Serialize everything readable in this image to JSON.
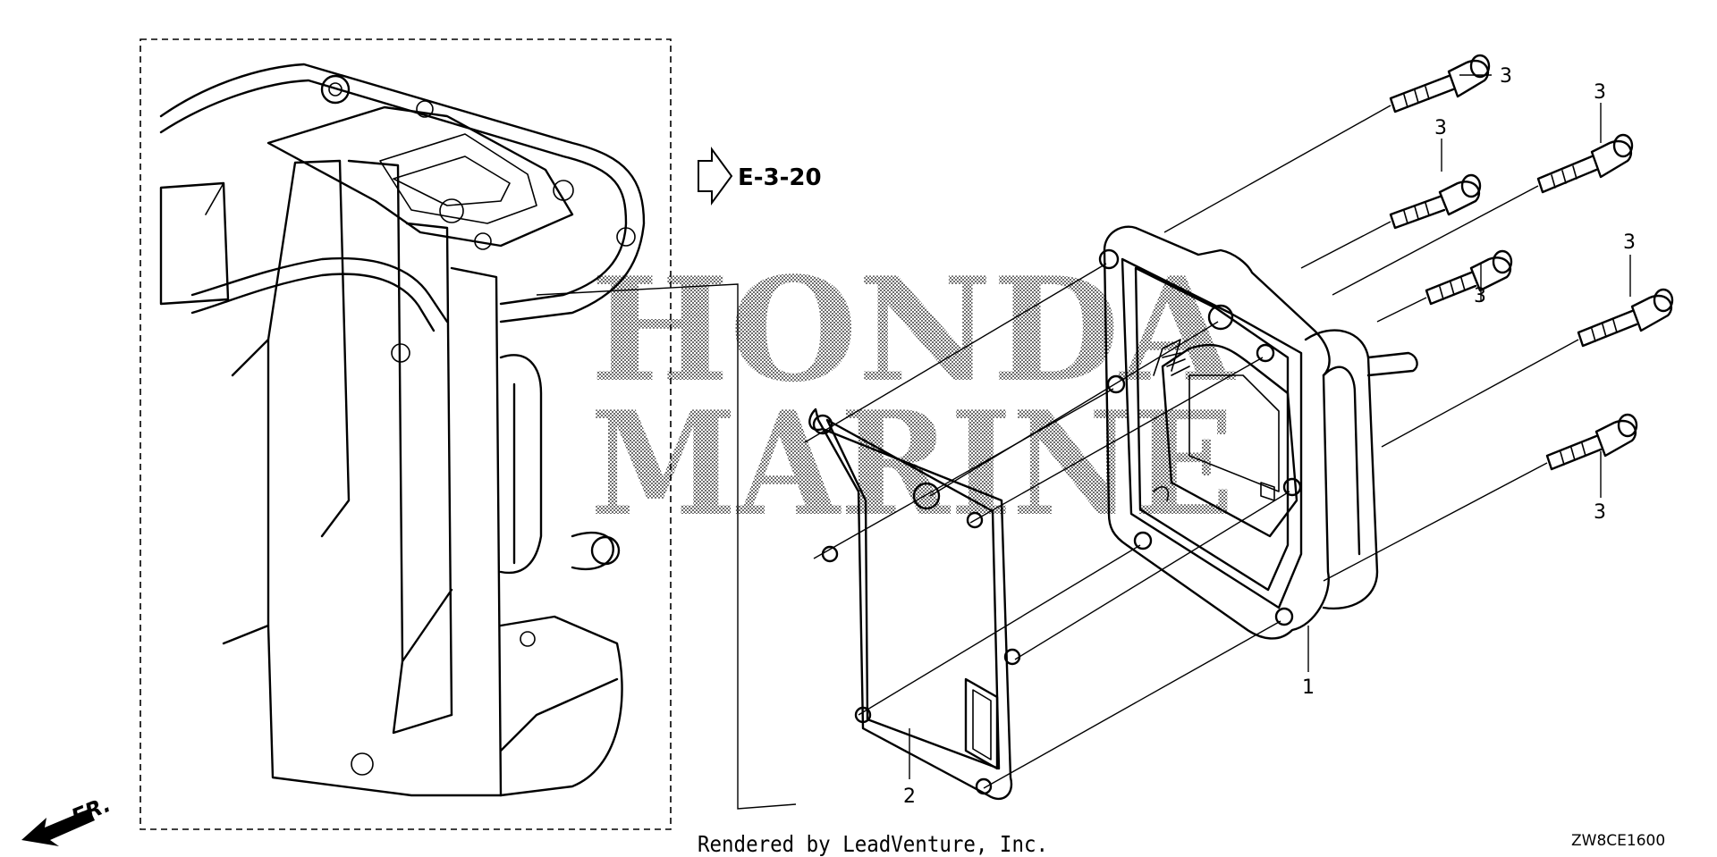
{
  "reference": {
    "label": "E-3-20"
  },
  "front_indicator": {
    "label": "FR."
  },
  "callouts": {
    "part_1": "1",
    "part_2": "2",
    "part_3": "3"
  },
  "watermark": {
    "line1": "HONDA",
    "line2": "MARINE"
  },
  "credit": "Rendered by LeadVenture, Inc.",
  "diagram_code": "ZW8CE1600"
}
